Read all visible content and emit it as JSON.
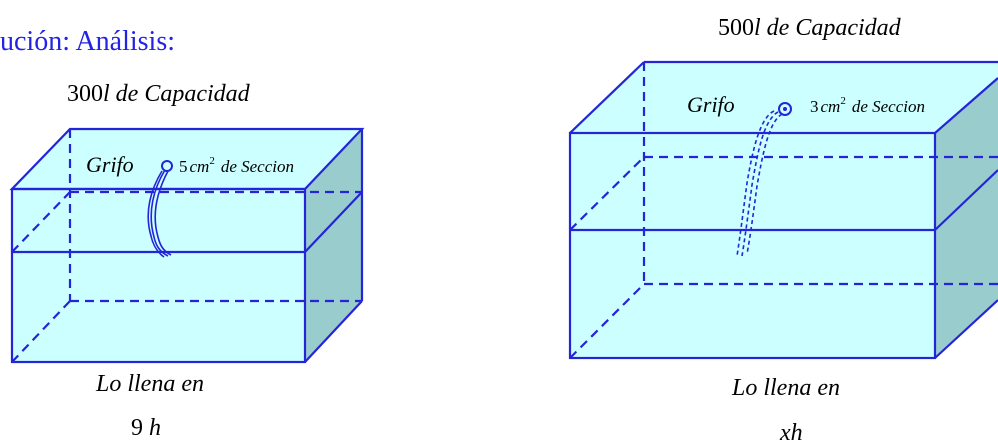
{
  "heading": "ución: Análisis:",
  "left_tank": {
    "capacity_value": "300",
    "capacity_unit": "l",
    "capacity_text": " de Capacidad",
    "tap_label": "Grifo",
    "section_value": "5",
    "section_unit": "cm",
    "section_exp": "2",
    "section_text": "de Seccion",
    "fill_label": "Lo llena en",
    "time_value": "9",
    "time_unit": "h"
  },
  "right_tank": {
    "capacity_value": "500",
    "capacity_unit": "l",
    "capacity_text": " de Capacidad",
    "tap_label": "Grifo",
    "section_value": "3",
    "section_unit": "cm",
    "section_exp": "2",
    "section_text": "de Seccion",
    "fill_label": "Lo llena en",
    "time_value": "x",
    "time_unit": "h"
  },
  "colors": {
    "edge": "#2424d8",
    "water_front": "#ccffff",
    "water_side": "#99cccc",
    "heading": "#2323e6"
  }
}
